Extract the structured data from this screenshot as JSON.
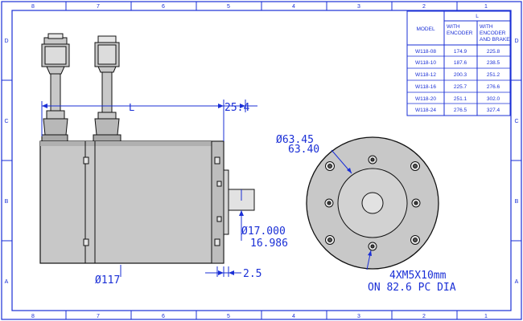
{
  "border": {
    "top_zones": [
      "8",
      "7",
      "6",
      "5",
      "4",
      "3",
      "2",
      "1"
    ],
    "bottom_zones": [
      "8",
      "7",
      "6",
      "5",
      "4",
      "3",
      "2",
      "1"
    ],
    "left_zones": [
      "D",
      "C",
      "B",
      "A"
    ],
    "right_zones": [
      "D",
      "C",
      "B",
      "A"
    ]
  },
  "table": {
    "header_group": "L",
    "col_model": "MODEL",
    "col_enc_line1": "WITH",
    "col_enc_line2": "ENCODER",
    "col_brake_line1": "WITH",
    "col_brake_line2": "ENCODER",
    "col_brake_line3": "AND BRAKE",
    "rows": [
      {
        "model": "W118-08",
        "enc": "174.9",
        "brake": "225.8"
      },
      {
        "model": "W118-10",
        "enc": "187.6",
        "brake": "238.5"
      },
      {
        "model": "W118-12",
        "enc": "200.3",
        "brake": "251.2"
      },
      {
        "model": "W118-16",
        "enc": "225.7",
        "brake": "276.6"
      },
      {
        "model": "W118-20",
        "enc": "251.1",
        "brake": "302.0"
      },
      {
        "model": "W118-24",
        "enc": "276.5",
        "brake": "327.4"
      }
    ]
  },
  "dimensions": {
    "length_label": "L",
    "flange_offset": "25.4",
    "body_diameter": "Ø117",
    "shaft_dia_max": "Ø17.000",
    "shaft_dia_min": "16.986",
    "pilot_length": "2.5",
    "pilot_dia_max": "Ø63.45",
    "pilot_dia_min": "63.40",
    "holes_line1": "4XM5X10mm",
    "holes_line2": "ON 82.6 PC DIA"
  },
  "colors": {
    "line": "#1a2fd6",
    "body_fill": "#c8c8c8",
    "body_dark": "#a9a9a9",
    "outline": "#111111"
  }
}
